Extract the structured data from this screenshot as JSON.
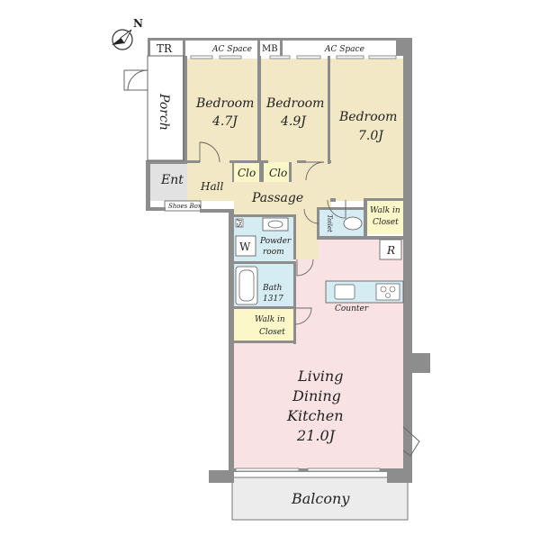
{
  "compass": {
    "letter": "N"
  },
  "rooms": {
    "tr": "TR",
    "ac_space_left": "AC Space",
    "mb": "MB",
    "ac_space_right": "AC Space",
    "porch": "Porch",
    "bedroom1": {
      "name": "Bedroom",
      "size": "4.7J"
    },
    "bedroom2": {
      "name": "Bedroom",
      "size": "4.9J"
    },
    "bedroom3": {
      "name": "Bedroom",
      "size": "7.0J"
    },
    "clo1": "Clo",
    "clo2": "Clo",
    "entrance": "Ent",
    "hall": "Hall",
    "passage": "Passage",
    "shoes_box": "Shoes Box",
    "ps": "PS",
    "toilet": "Toilet",
    "walk_in_closet_upper": {
      "line1": "Walk in",
      "line2": "Closet"
    },
    "washer": "W",
    "powder_room": {
      "line1": "Powder",
      "line2": "room"
    },
    "refrigerator": "R",
    "bath": {
      "line1": "Bath",
      "line2": "1317"
    },
    "counter": "Counter",
    "walk_in_closet_lower": {
      "line1": "Walk in",
      "line2": "Closet"
    },
    "ldk": {
      "line1": "Living",
      "line2": "Dining",
      "line3": "Kitchen",
      "line4": "21.0J"
    },
    "balcony": "Balcony"
  },
  "colors": {
    "bedroom": "#f3e8c6",
    "closet": "#fbf7c8",
    "wet_area": "#d6ecf3",
    "ldk": "#f9e2e4",
    "entrance": "#e2e2e2",
    "wall": "#8d8d8d",
    "line": "#555555"
  }
}
